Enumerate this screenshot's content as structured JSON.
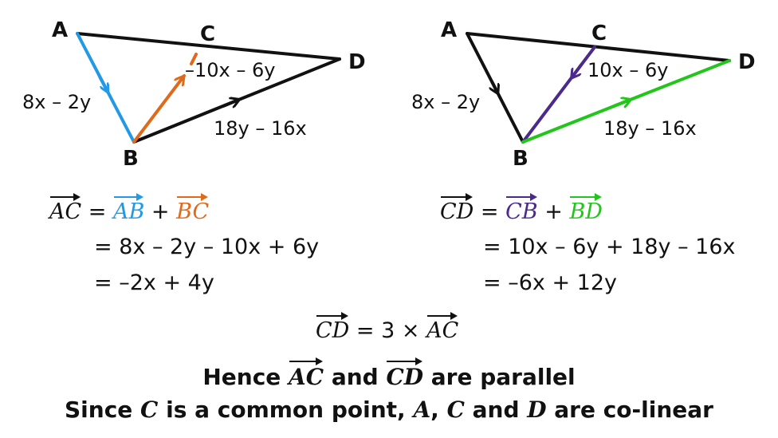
{
  "colors": {
    "black": "#111111",
    "blue": "#2299e6",
    "orange": "#e06a1a",
    "purple": "#4b2a8c",
    "green": "#22c51a"
  },
  "left_diagram": {
    "points": {
      "A": "A",
      "B": "B",
      "C": "C",
      "D": "D"
    },
    "label_AB": "8x – 2y",
    "label_BC": "–10x – 6y",
    "label_BD": "18y – 16x"
  },
  "right_diagram": {
    "points": {
      "A": "A",
      "B": "B",
      "C": "C",
      "D": "D"
    },
    "label_AB": "8x – 2y",
    "label_CB": "10x – 6y",
    "label_BD": "18y – 16x"
  },
  "left_working": {
    "vec_AC": "AC",
    "vec_AB": "AB",
    "vec_BC": "BC",
    "line1_eq": "=",
    "line1_plus": "+",
    "line2": "= 8x – 2y – 10x + 6y",
    "line3": "= –2x + 4y"
  },
  "right_working": {
    "vec_CD": "CD",
    "vec_CB": "CB",
    "vec_BD": "BD",
    "line1_eq": "=",
    "line1_plus": "+",
    "line2": "= 10x – 6y + 18y – 16x",
    "line3": "= –6x + 12y"
  },
  "result": {
    "vec_CD": "CD",
    "middle": "= 3 ×",
    "vec_AC": "AC"
  },
  "conclusion1": {
    "start": "Hence",
    "vec_AC": "AC",
    "middle": "and",
    "vec_CD": "CD",
    "end": "are parallel"
  },
  "conclusion2": {
    "start": "Since",
    "C": "C",
    "middle": "is a common point,",
    "A": "A",
    "comma": ",",
    "C2": "C",
    "and": "and",
    "D": "D",
    "end": "are co-linear"
  }
}
